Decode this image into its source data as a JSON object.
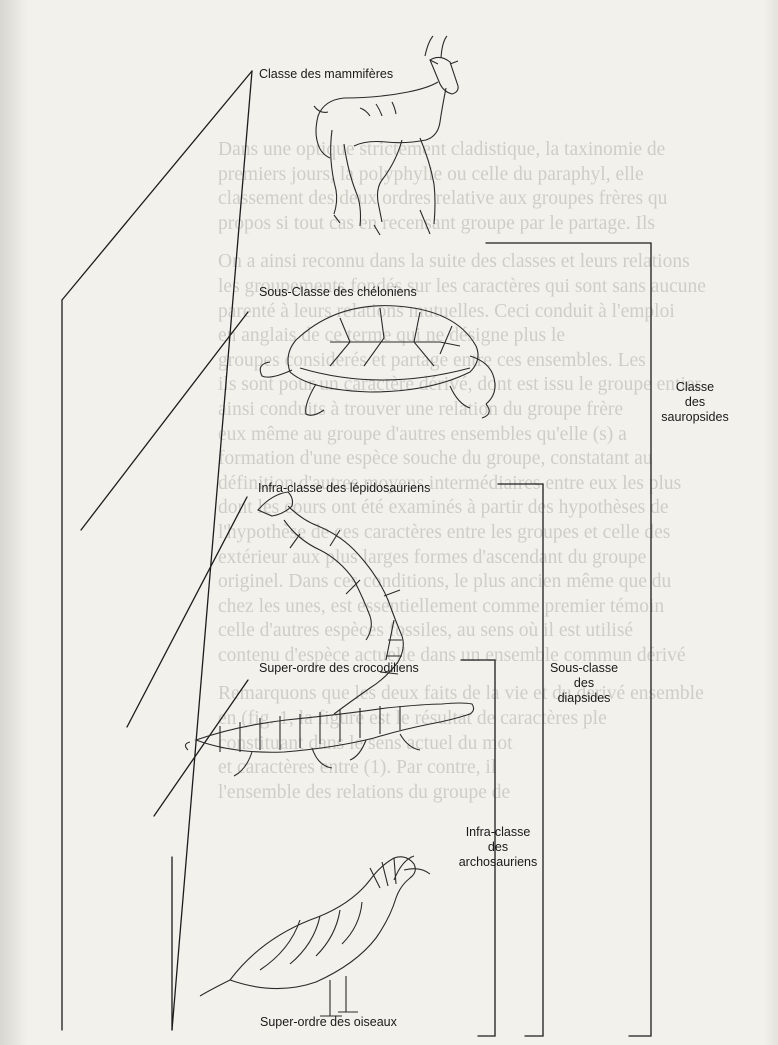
{
  "labels": {
    "mammiferes": "Classe des mammifères",
    "cheloniens": "Sous-Classe des chéloniens",
    "lepidosauriens": "Infra-classe des lépidosauriens",
    "crocodiliens": "Super-ordre des crocodiliens",
    "oiseaux": "Super-ordre des oiseaux",
    "sauropsides": [
      "Classe",
      "des",
      "sauropsides"
    ],
    "diapsides": [
      "Sous-classe",
      "des",
      "diapsides"
    ],
    "archosauriens": [
      "Infra-classe",
      "des",
      "archosauriens"
    ]
  },
  "illustrations": [
    "antelope-illustration",
    "turtle-illustration",
    "lizard-illustration",
    "crocodile-illustration",
    "bird-illustration"
  ]
}
